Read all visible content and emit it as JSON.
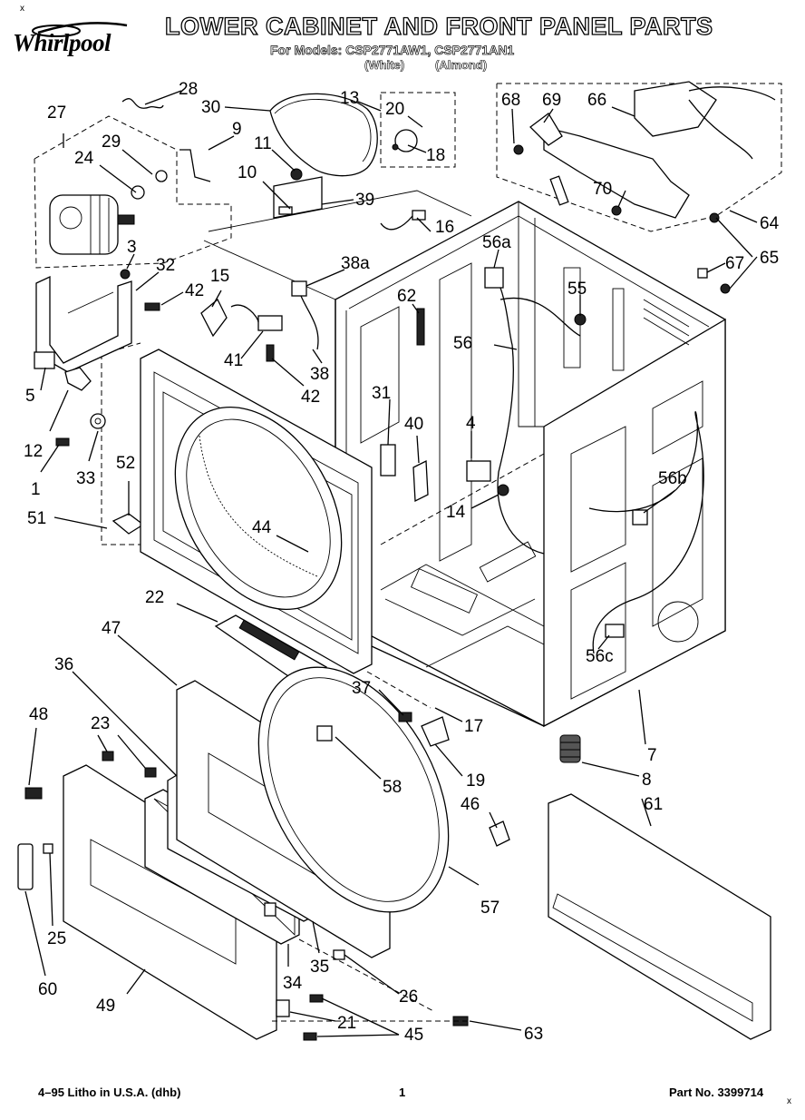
{
  "header": {
    "brand": "Whirlpool",
    "title": "LOWER CABINET AND FRONT PANEL PARTS",
    "models": "For Models: CSP2771AW1, CSP2771AN1",
    "color_white": "(White)",
    "color_almond": "(Almond)",
    "corner_mark": "x"
  },
  "footer": {
    "print_info": "4–95 Litho in U.S.A. (dhb)",
    "page_number": "1",
    "part_number": "Part No. 3399714"
  },
  "callouts": {
    "c1": "1",
    "c3": "3",
    "c4": "4",
    "c5": "5",
    "c7": "7",
    "c8": "8",
    "c9": "9",
    "c10": "10",
    "c11": "11",
    "c12": "12",
    "c13": "13",
    "c14": "14",
    "c15": "15",
    "c16": "16",
    "c17": "17",
    "c18": "18",
    "c19": "19",
    "c20": "20",
    "c21": "21",
    "c22": "22",
    "c23": "23",
    "c24": "24",
    "c25": "25",
    "c26": "26",
    "c27": "27",
    "c28": "28",
    "c29": "29",
    "c30": "30",
    "c31": "31",
    "c32": "32",
    "c33": "33",
    "c34": "34",
    "c35": "35",
    "c36": "36",
    "c37": "37",
    "c38": "38",
    "c38a": "38a",
    "c39": "39",
    "c40": "40",
    "c41": "41",
    "c42a": "42",
    "c42b": "42",
    "c44": "44",
    "c45": "45",
    "c46": "46",
    "c47": "47",
    "c48": "48",
    "c49": "49",
    "c51": "51",
    "c52": "52",
    "c55": "55",
    "c56": "56",
    "c56a": "56a",
    "c56b": "56b",
    "c56c": "56c",
    "c57": "57",
    "c58": "58",
    "c60": "60",
    "c61": "61",
    "c62": "62",
    "c63": "63",
    "c64": "64",
    "c65": "65",
    "c66": "66",
    "c67": "67",
    "c68": "68",
    "c69": "69",
    "c70": "70"
  }
}
